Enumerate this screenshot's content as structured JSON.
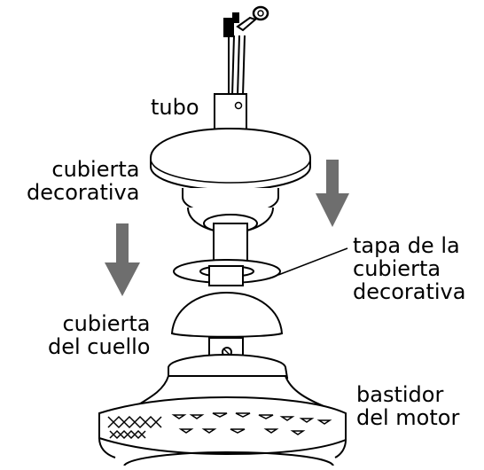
{
  "labels": {
    "tubo": "tubo",
    "canopy": [
      "cubierta",
      "decorativa"
    ],
    "canopy_cap": [
      "tapa de la",
      "cubierta",
      "decorativa"
    ],
    "collar_cover": [
      "cubierta",
      "del cuello"
    ],
    "motor_housing": [
      "bastidor",
      "del motor"
    ]
  }
}
